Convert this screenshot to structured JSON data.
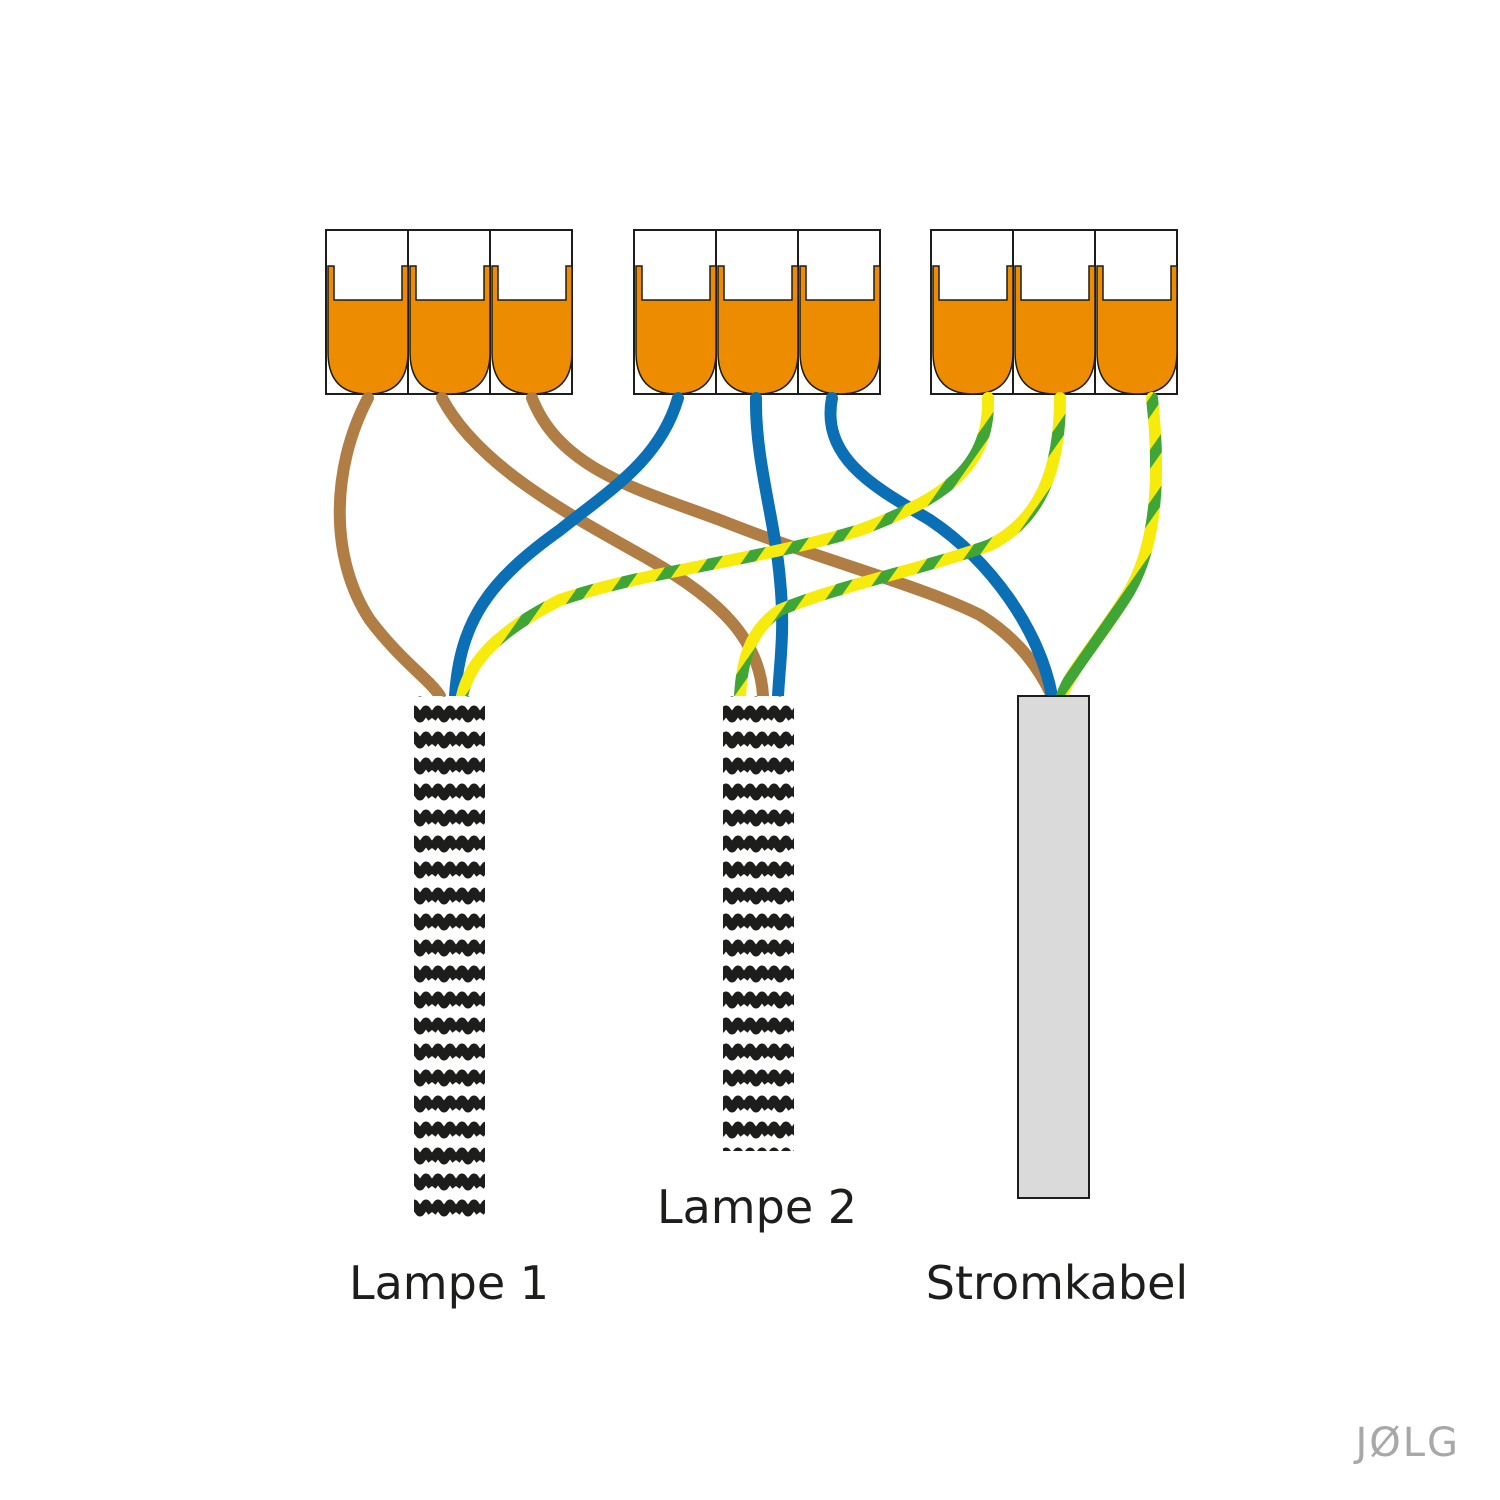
{
  "labels": {
    "lamp1": "Lampe 1",
    "lamp2": "Lampe 2",
    "power_cable": "Stromkabel"
  },
  "logo": "JØLG",
  "connectors": [
    {
      "name": "connector-brown",
      "slots": 3
    },
    {
      "name": "connector-blue",
      "slots": 3
    },
    {
      "name": "connector-earth",
      "slots": 3
    }
  ],
  "colors": {
    "connector_orange": "#ee8c00",
    "wire_brown": "#b07d45",
    "wire_blue": "#0a6fb5",
    "wire_earth_yellow": "#f7eb0c",
    "wire_earth_green": "#3fa535",
    "power_cable_sheath": "#dadada",
    "braid_dark": "#1d1d1b",
    "braid_light": "#ffffff"
  }
}
